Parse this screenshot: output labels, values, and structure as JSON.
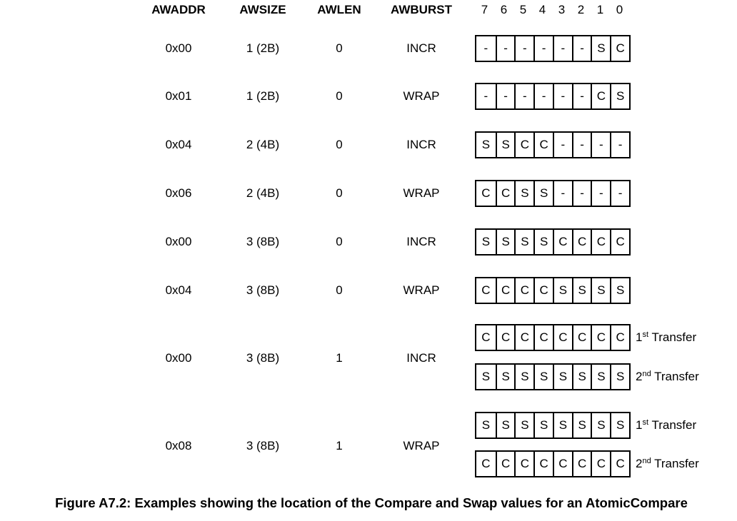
{
  "headers": {
    "awaddr": "AWADDR",
    "awsize": "AWSIZE",
    "awlen": "AWLEN",
    "awburst": "AWBURST"
  },
  "bit_labels": [
    "7",
    "6",
    "5",
    "4",
    "3",
    "2",
    "1",
    "0"
  ],
  "rows": [
    {
      "awaddr": "0x00",
      "awsize": "1 (2B)",
      "awlen": "0",
      "awburst": "INCR",
      "registers": [
        {
          "bits": [
            "-",
            "-",
            "-",
            "-",
            "-",
            "-",
            "S",
            "C"
          ]
        }
      ]
    },
    {
      "awaddr": "0x01",
      "awsize": "1 (2B)",
      "awlen": "0",
      "awburst": "WRAP",
      "registers": [
        {
          "bits": [
            "-",
            "-",
            "-",
            "-",
            "-",
            "-",
            "C",
            "S"
          ]
        }
      ]
    },
    {
      "awaddr": "0x04",
      "awsize": "2 (4B)",
      "awlen": "0",
      "awburst": "INCR",
      "registers": [
        {
          "bits": [
            "S",
            "S",
            "C",
            "C",
            "-",
            "-",
            "-",
            "-"
          ]
        }
      ]
    },
    {
      "awaddr": "0x06",
      "awsize": "2 (4B)",
      "awlen": "0",
      "awburst": "WRAP",
      "registers": [
        {
          "bits": [
            "C",
            "C",
            "S",
            "S",
            "-",
            "-",
            "-",
            "-"
          ]
        }
      ]
    },
    {
      "awaddr": "0x00",
      "awsize": "3 (8B)",
      "awlen": "0",
      "awburst": "INCR",
      "registers": [
        {
          "bits": [
            "S",
            "S",
            "S",
            "S",
            "C",
            "C",
            "C",
            "C"
          ]
        }
      ]
    },
    {
      "awaddr": "0x04",
      "awsize": "3 (8B)",
      "awlen": "0",
      "awburst": "WRAP",
      "registers": [
        {
          "bits": [
            "C",
            "C",
            "C",
            "C",
            "S",
            "S",
            "S",
            "S"
          ]
        }
      ]
    },
    {
      "awaddr": "0x00",
      "awsize": "3 (8B)",
      "awlen": "1",
      "awburst": "INCR",
      "registers": [
        {
          "bits": [
            "C",
            "C",
            "C",
            "C",
            "C",
            "C",
            "C",
            "C"
          ],
          "ordinal": "1",
          "suffix": "st",
          "label": " Transfer"
        },
        {
          "bits": [
            "S",
            "S",
            "S",
            "S",
            "S",
            "S",
            "S",
            "S"
          ],
          "ordinal": "2",
          "suffix": "nd",
          "label": " Transfer"
        }
      ]
    },
    {
      "awaddr": "0x08",
      "awsize": "3 (8B)",
      "awlen": "1",
      "awburst": "WRAP",
      "registers": [
        {
          "bits": [
            "S",
            "S",
            "S",
            "S",
            "S",
            "S",
            "S",
            "S"
          ],
          "ordinal": "1",
          "suffix": "st",
          "label": " Transfer"
        },
        {
          "bits": [
            "C",
            "C",
            "C",
            "C",
            "C",
            "C",
            "C",
            "C"
          ],
          "ordinal": "2",
          "suffix": "nd",
          "label": " Transfer"
        }
      ]
    }
  ],
  "caption": "Figure A7.2: Examples showing the location of the Compare and Swap values for an AtomicCompare"
}
